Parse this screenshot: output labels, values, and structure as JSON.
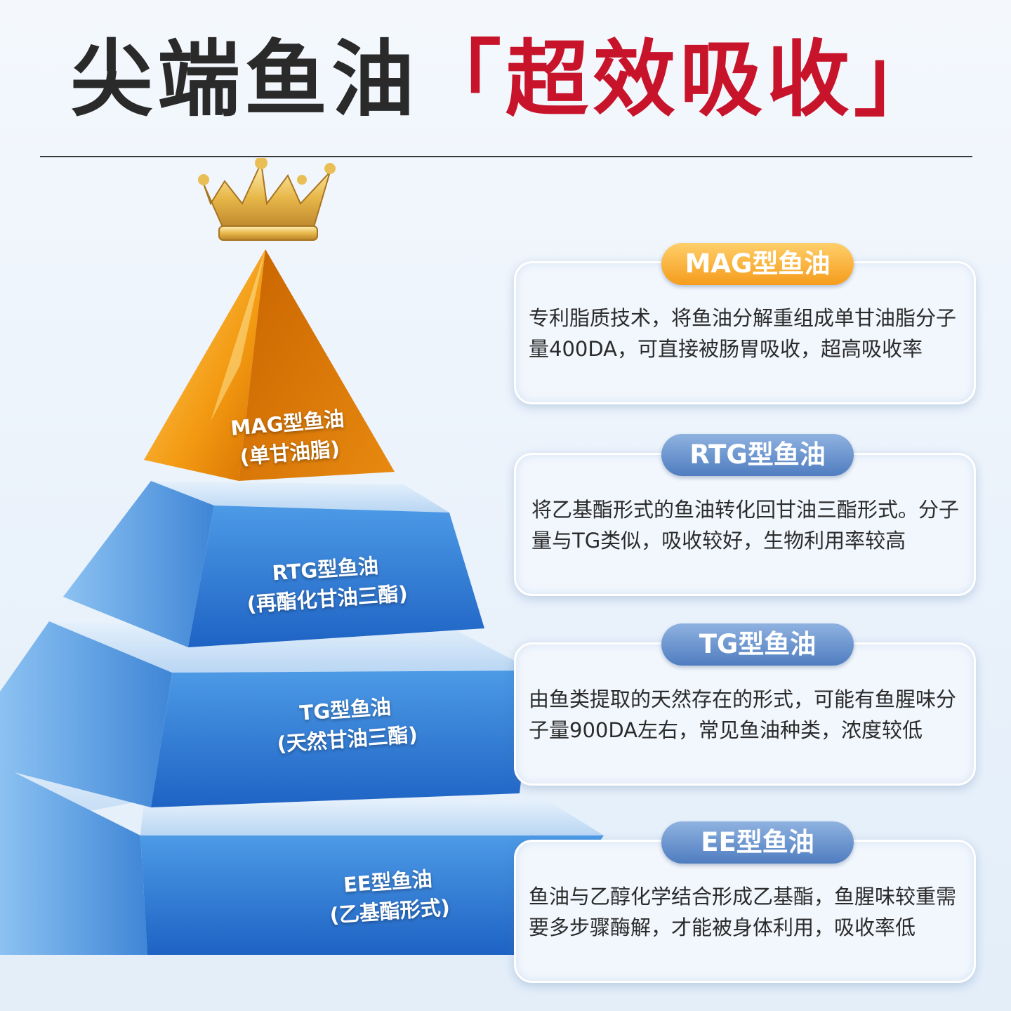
{
  "headline": {
    "part1": "尖端鱼油",
    "part2": "「超效吸收」"
  },
  "colors": {
    "headline_dark": "#2a2a2a",
    "headline_red": "#c8142b",
    "gold": "#f59c1c",
    "blue": "#3f86d6",
    "pill_blue": "#5a86c6"
  },
  "pyramid": {
    "tiers": [
      {
        "name": "MAG型鱼油",
        "sub": "(单甘油脂)"
      },
      {
        "name": "RTG型鱼油",
        "sub": "(再酯化甘油三酯)"
      },
      {
        "name": "TG型鱼油",
        "sub": "(天然甘油三酯)"
      },
      {
        "name": "EE型鱼油",
        "sub": "(乙基酯形式)"
      }
    ]
  },
  "cards": [
    {
      "title": "MAG型鱼油",
      "desc": "专利脂质技术，将鱼油分解重组成单甘油脂分子量400DA，可直接被肠胃吸收，超高吸收率"
    },
    {
      "title": "RTG型鱼油",
      "desc": "将乙基酯形式的鱼油转化回甘油三酯形式。分子量与TG类似，吸收较好，生物利用率较高"
    },
    {
      "title": "TG型鱼油",
      "desc": "由鱼类提取的天然存在的形式，可能有鱼腥味分子量900DA左右，常见鱼油种类，浓度较低"
    },
    {
      "title": "EE型鱼油",
      "desc": "鱼油与乙醇化学结合形成乙基酯，鱼腥味较重需要多步骤酶解，才能被身体利用，吸收率低"
    }
  ]
}
